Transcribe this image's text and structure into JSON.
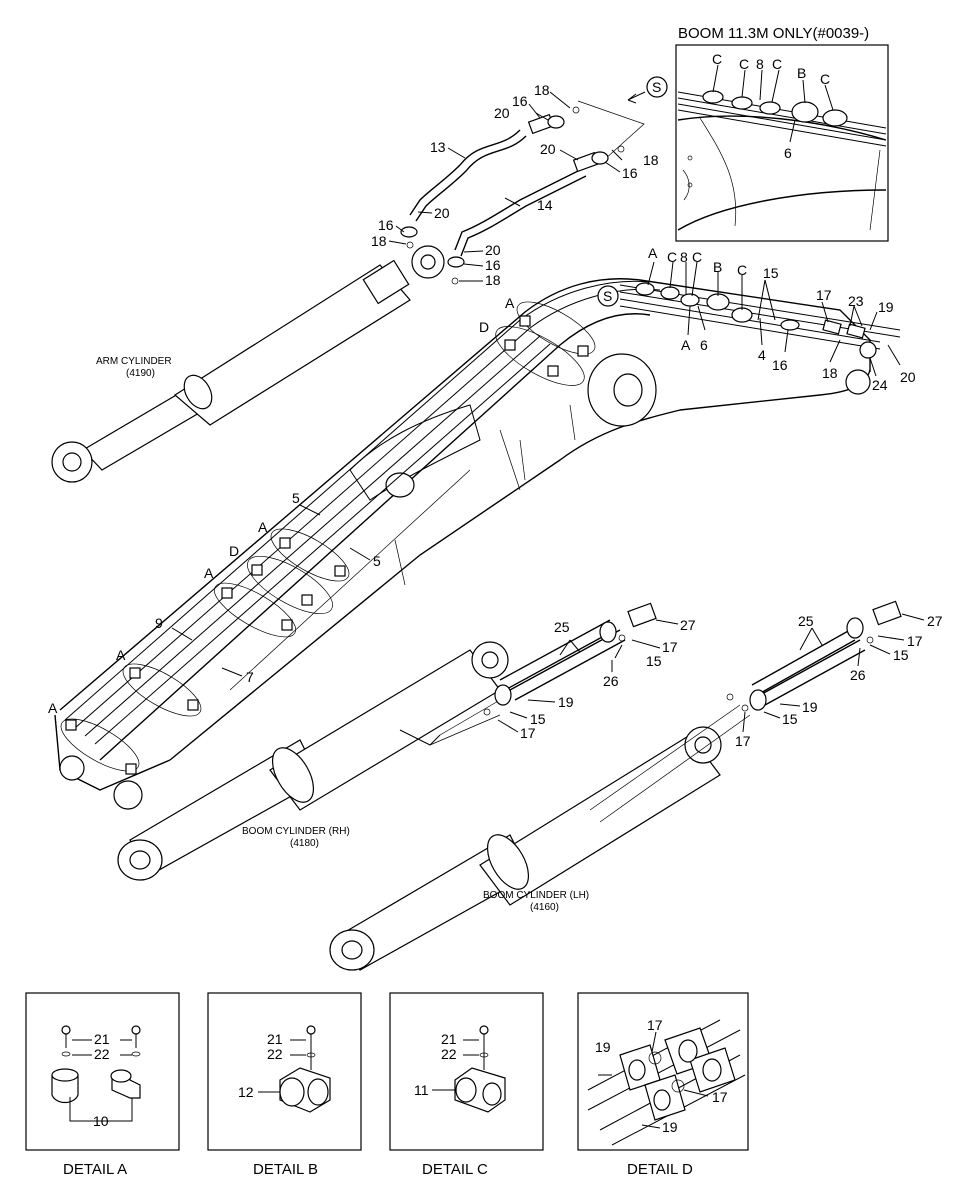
{
  "callouts": {
    "n13": "13",
    "n14": "14",
    "n16a": "16",
    "n16b": "16",
    "n16c": "16",
    "n16d": "16",
    "n16e": "16",
    "n18a": "18",
    "n18b": "18",
    "n18c": "18",
    "n18d": "18",
    "n18e": "18",
    "n20a": "20",
    "n20b": "20",
    "n20c": "20",
    "n20d": "20",
    "n20e": "20",
    "n5a": "5",
    "n5b": "5",
    "n9": "9",
    "n7": "7",
    "n6": "6",
    "n6box": "6",
    "n15a": "15",
    "n15b": "15",
    "n15c": "15",
    "n15d": "15",
    "n15e": "15",
    "n17a": "17",
    "n17b": "17",
    "n17c": "17",
    "n17d": "17",
    "n17e": "17",
    "n19a": "19",
    "n19b": "19",
    "n19c": "19",
    "n23": "23",
    "n24": "24",
    "n4": "4",
    "n25a": "25",
    "n25b": "25",
    "n26a": "26",
    "n26b": "26",
    "n27a": "27",
    "n27b": "27",
    "n8a": "8",
    "n8b": "8"
  },
  "letters": {
    "A1": "A",
    "A2": "A",
    "A3": "A",
    "A4": "A",
    "A5": "A",
    "A6": "A",
    "A7": "A",
    "D1": "D",
    "D2": "D",
    "B1": "B",
    "B2": "B",
    "C1": "C",
    "C2": "C",
    "C3": "C",
    "C4": "C",
    "C5": "C",
    "C6": "C",
    "S1": "S",
    "S2": "S"
  },
  "labels": {
    "boom_only": "BOOM 11.3M ONLY(#0039-)",
    "arm_cylinder": "ARM CYLINDER",
    "arm_cylinder_code": "(4190)",
    "boom_cyl_rh": "BOOM CYLINDER (RH)",
    "boom_cyl_rh_code": "(4180)",
    "boom_cyl_lh": "BOOM CYLINDER (LH)",
    "boom_cyl_lh_code": "(4160)"
  },
  "details": {
    "a": {
      "caption": "DETAIL  A",
      "n21": "21",
      "n22": "22",
      "n10": "10"
    },
    "b": {
      "caption": "DETAIL  B",
      "n21": "21",
      "n22": "22",
      "n12": "12"
    },
    "c": {
      "caption": "DETAIL  C",
      "n21": "21",
      "n22": "22",
      "n11": "11"
    },
    "d": {
      "caption": "DETAIL  D",
      "n19a": "19",
      "n19b": "19",
      "n17a": "17",
      "n17b": "17"
    }
  }
}
